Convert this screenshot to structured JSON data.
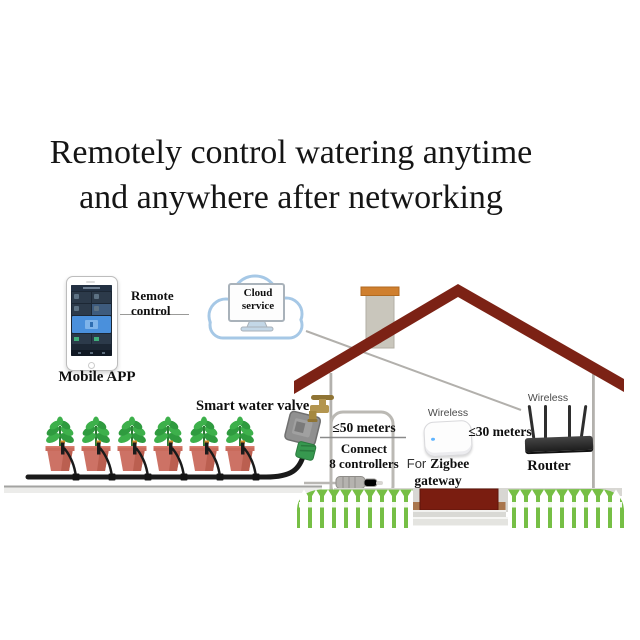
{
  "title": {
    "line1": "Remotely control watering anytime",
    "line2": "and anywhere after networking"
  },
  "diagram": {
    "phone": {
      "caption": "Mobile APP"
    },
    "remote_control_label": "Remote control",
    "cloud": {
      "label": "Cloud service"
    },
    "valve": {
      "label": "Smart water valve"
    },
    "range_50": {
      "distance": "≤50 meters",
      "note": "Connect\n8 controllers"
    },
    "gateway": {
      "wireless": "Wireless",
      "prefix": "For",
      "name": "Zigbee",
      "type": "gateway"
    },
    "range_30": {
      "distance": "≤30 meters"
    },
    "router": {
      "wireless": "Wireless",
      "label": "Router"
    }
  },
  "colors": {
    "roof": "#7c2215",
    "door": "#7a1d10",
    "fence_green": "#76bf45",
    "cloud_blue": "#a6c8e6",
    "pot_terracotta": "#cd7265",
    "valve_green": "#37984f",
    "app_blue": "#4a90dc"
  }
}
